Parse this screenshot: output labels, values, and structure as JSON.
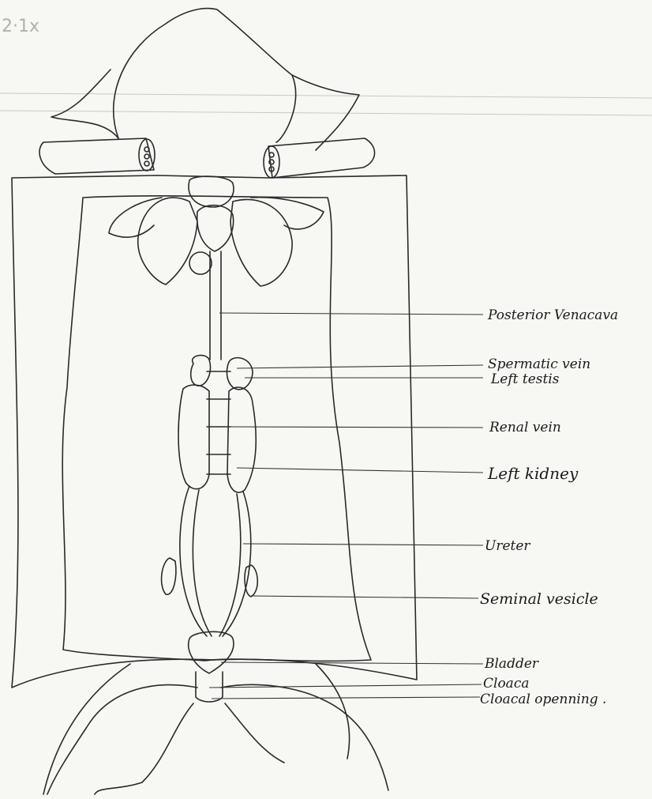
{
  "corner_note": "2·1x",
  "labels": [
    {
      "id": "posterior-vena-cava",
      "text": "Posterior Venacava"
    },
    {
      "id": "spermatic-vein",
      "text": "Spermatic vein"
    },
    {
      "id": "left-testis",
      "text": "Left testis"
    },
    {
      "id": "renal-vein",
      "text": "Renal vein"
    },
    {
      "id": "left-kidney",
      "text": "Left kidney"
    },
    {
      "id": "ureter",
      "text": "Ureter"
    },
    {
      "id": "seminal-vesicle",
      "text": "Seminal vesicle"
    },
    {
      "id": "bladder",
      "text": "Bladder"
    },
    {
      "id": "cloaca",
      "text": "Cloaca"
    },
    {
      "id": "cloacal-opening",
      "text": "Cloacal openning ."
    }
  ],
  "colors": {
    "paper": "#f7f7f4",
    "ink": "#2a2a2a"
  }
}
